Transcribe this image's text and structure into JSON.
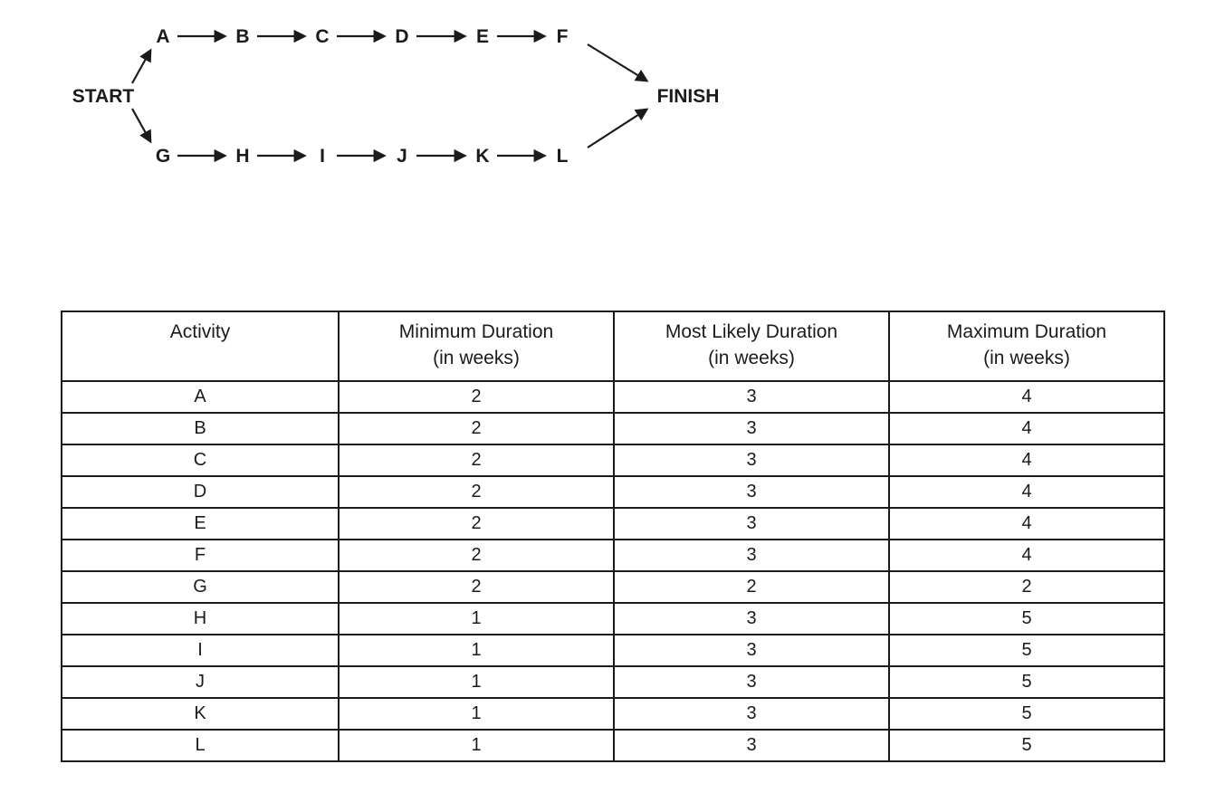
{
  "colors": {
    "ink": "#1b1b1b",
    "background": "#ffffff"
  },
  "diagram": {
    "start_label": "START",
    "finish_label": "FINISH",
    "top_nodes": [
      "A",
      "B",
      "C",
      "D",
      "E",
      "F"
    ],
    "bottom_nodes": [
      "G",
      "H",
      "I",
      "J",
      "K",
      "L"
    ]
  },
  "table": {
    "columns": [
      {
        "title": "Activity",
        "subtitle": ""
      },
      {
        "title": "Minimum Duration",
        "subtitle": "(in weeks)"
      },
      {
        "title": "Most Likely Duration",
        "subtitle": "(in weeks)"
      },
      {
        "title": "Maximum Duration",
        "subtitle": "(in weeks)"
      }
    ],
    "rows": [
      {
        "activity": "A",
        "values": [
          "2",
          "3",
          "4"
        ]
      },
      {
        "activity": "B",
        "values": [
          "2",
          "3",
          "4"
        ]
      },
      {
        "activity": "C",
        "values": [
          "2",
          "3",
          "4"
        ]
      },
      {
        "activity": "D",
        "values": [
          "2",
          "3",
          "4"
        ]
      },
      {
        "activity": "E",
        "values": [
          "2",
          "3",
          "4"
        ]
      },
      {
        "activity": "F",
        "values": [
          "2",
          "3",
          "4"
        ]
      },
      {
        "activity": "G",
        "values": [
          "2",
          "2",
          "2"
        ]
      },
      {
        "activity": "H",
        "values": [
          "1",
          "3",
          "5"
        ]
      },
      {
        "activity": "I",
        "values": [
          "1",
          "3",
          "5"
        ]
      },
      {
        "activity": "J",
        "values": [
          "1",
          "3",
          "5"
        ]
      },
      {
        "activity": "K",
        "values": [
          "1",
          "3",
          "5"
        ]
      },
      {
        "activity": "L",
        "values": [
          "1",
          "3",
          "5"
        ]
      }
    ]
  }
}
